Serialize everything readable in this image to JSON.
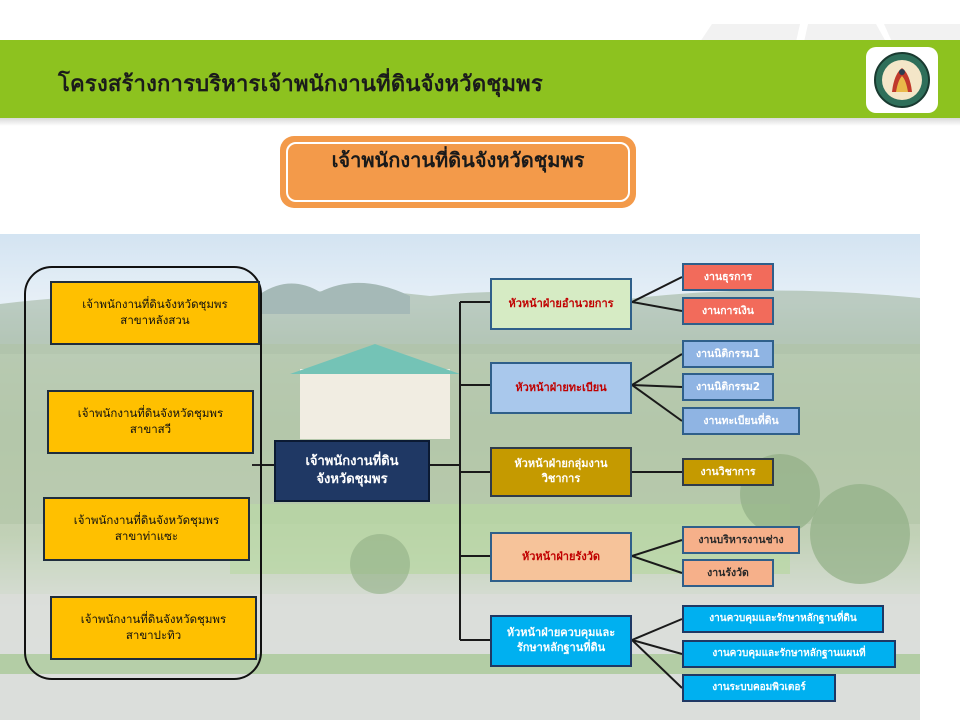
{
  "header": {
    "title": "โครงสร้างการบริหารเจ้าพนักงานที่ดินจังหวัดชุมพร",
    "bar_color": "#8dc21f",
    "logo_icon": "provincial-seal-icon"
  },
  "top_box": {
    "label": "เจ้าพนักงานที่ดินจังหวัดชุมพร",
    "color": "#f39a4a"
  },
  "branches": [
    {
      "line1": "เจ้าพนักงานที่ดินจังหวัดชุมพร",
      "line2": "สาขาหลังสวน"
    },
    {
      "line1": "เจ้าพนักงานที่ดินจังหวัดชุมพร",
      "line2": "สาขาสวี"
    },
    {
      "line1": "เจ้าพนักงานที่ดินจังหวัดชุมพร",
      "line2": "สาขาท่าแซะ"
    },
    {
      "line1": "เจ้าพนักงานที่ดินจังหวัดชุมพร",
      "line2": "สาขาปะทิว"
    }
  ],
  "center": {
    "line1": "เจ้าพนักงานที่ดิน",
    "line2": "จังหวัดชุมพร"
  },
  "chiefs": [
    {
      "line1": "หัวหน้าฝ่ายอำนวยการ",
      "line2": ""
    },
    {
      "line1": "หัวหน้าฝ่ายทะเบียน",
      "line2": ""
    },
    {
      "line1": "หัวหน้าฝ่ายกลุ่มงาน",
      "line2": "วิชาการ"
    },
    {
      "line1": "หัวหน้าฝ่ายรังวัด",
      "line2": ""
    },
    {
      "line1": "หัวหน้าฝ่ายควบคุมและ",
      "line2": "รักษาหลักฐานที่ดิน"
    }
  ],
  "sections": [
    "งานธุรการ",
    "งานการเงิน",
    "งานนิติกรรม1",
    "งานนิติกรรม2",
    "งานทะเบียนที่ดิน",
    "งานวิชาการ",
    "งานบริหารงานช่าง",
    "งานรังวัด",
    "งานควบคุมและรักษาหลักฐานที่ดิน",
    "งานควบคุมและรักษาหลักฐานแผนที่",
    "งานระบบคอมพิวเตอร์"
  ]
}
